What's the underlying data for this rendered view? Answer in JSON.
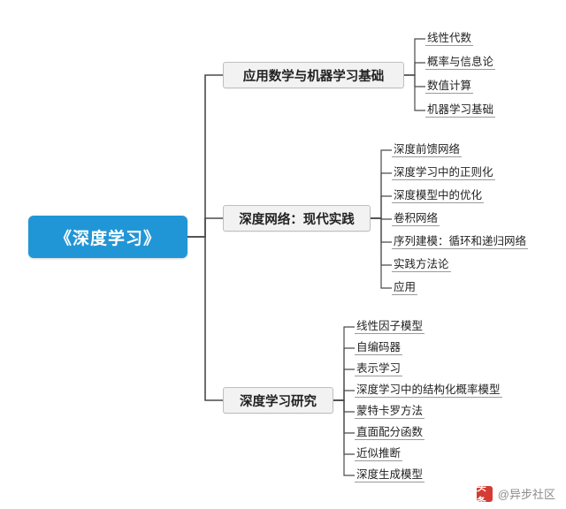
{
  "root": {
    "label": "《深度学习》"
  },
  "branches": [
    {
      "id": "branch-1",
      "label": "应用数学与机器学习基础",
      "leaves": [
        "线性代数",
        "概率与信息论",
        "数值计算",
        "机器学习基础"
      ]
    },
    {
      "id": "branch-2",
      "label": "深度网络：现代实践",
      "leaves": [
        "深度前馈网络",
        "深度学习中的正则化",
        "深度模型中的优化",
        "卷积网络",
        "序列建模：循环和递归网络",
        "实践方法论",
        "应用"
      ]
    },
    {
      "id": "branch-3",
      "label": "深度学习研究",
      "leaves": [
        "线性因子模型",
        "自编码器",
        "表示学习",
        "深度学习中的结构化概率模型",
        "蒙特卡罗方法",
        "直面配分函数",
        "近似推断",
        "深度生成模型"
      ]
    }
  ],
  "watermark": {
    "logo": "头条",
    "text": "@异步社区"
  },
  "colors": {
    "root_fill": "#2196d6",
    "branch_fill": "#f2f2f2",
    "branch_border": "#bfbfbf",
    "line": "#4a4a4a",
    "text": "#222222"
  }
}
